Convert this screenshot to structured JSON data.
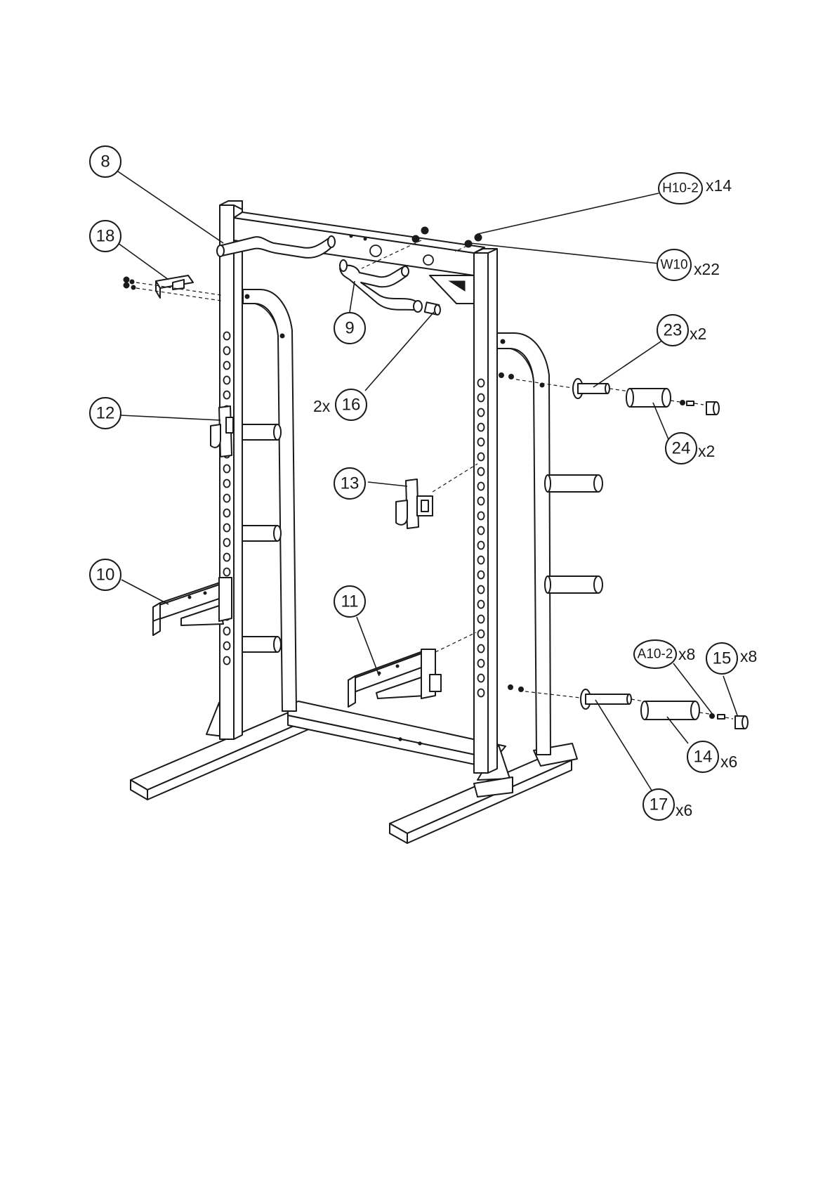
{
  "callouts": [
    {
      "id": "c8",
      "label": "8",
      "qty": "",
      "qty_pos": "none"
    },
    {
      "id": "c18",
      "label": "18",
      "qty": "",
      "qty_pos": "none"
    },
    {
      "id": "c9",
      "label": "9",
      "qty": "",
      "qty_pos": "none"
    },
    {
      "id": "c16",
      "label": "16",
      "qty": "2x",
      "qty_pos": "left"
    },
    {
      "id": "c12",
      "label": "12",
      "qty": "",
      "qty_pos": "none"
    },
    {
      "id": "c13",
      "label": "13",
      "qty": "",
      "qty_pos": "none"
    },
    {
      "id": "c10",
      "label": "10",
      "qty": "",
      "qty_pos": "none"
    },
    {
      "id": "c11",
      "label": "11",
      "qty": "",
      "qty_pos": "none"
    },
    {
      "id": "cH10",
      "label": "H10-2",
      "qty": "x14",
      "qty_pos": "right"
    },
    {
      "id": "cW10",
      "label": "W10",
      "qty": "x22",
      "qty_pos": "right"
    },
    {
      "id": "c23",
      "label": "23",
      "qty": "x2",
      "qty_pos": "right"
    },
    {
      "id": "c24",
      "label": "24",
      "qty": "x2",
      "qty_pos": "right"
    },
    {
      "id": "cA10",
      "label": "A10-2",
      "qty": "x8",
      "qty_pos": "right"
    },
    {
      "id": "c15",
      "label": "15",
      "qty": "x8",
      "qty_pos": "right"
    },
    {
      "id": "c14",
      "label": "14",
      "qty": "x6",
      "qty_pos": "right"
    },
    {
      "id": "c17",
      "label": "17",
      "qty": "x6",
      "qty_pos": "right"
    }
  ]
}
